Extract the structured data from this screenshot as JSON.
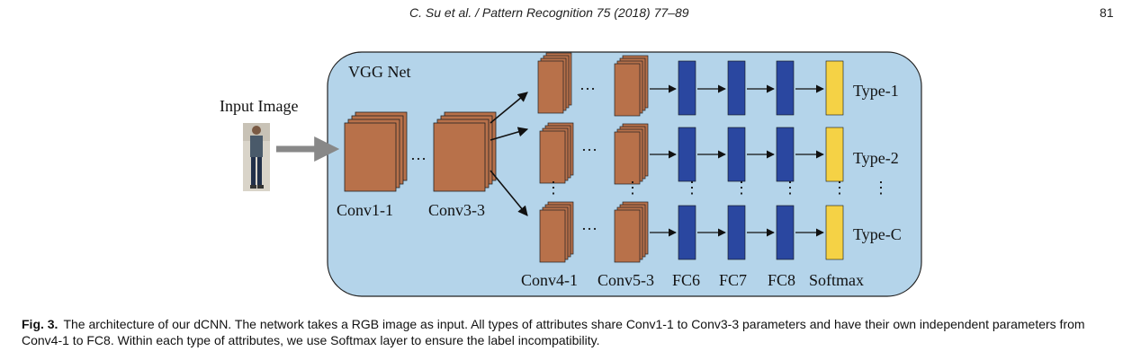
{
  "header": {
    "journal": "C. Su et al. / Pattern Recognition 75 (2018) 77–89",
    "page_number": "81"
  },
  "figure": {
    "box_title": "VGG Net",
    "input_label": "Input Image",
    "shared_layers": [
      "Conv1-1",
      "Conv3-3"
    ],
    "branch_layers": [
      "Conv4-1",
      "Conv5-3",
      "FC6",
      "FC7",
      "FC8",
      "Softmax"
    ],
    "outputs": [
      "Type-1",
      "Type-2",
      "Type-C"
    ],
    "ellipsis": "…",
    "vdots": "⋮",
    "colors": {
      "box_fill": "#b4d4ea",
      "conv_fill": "#b8714a",
      "fc_fill": "#2a47a0",
      "softmax_fill": "#f5d245",
      "arrow_gray": "#888888"
    }
  },
  "caption": {
    "label": "Fig. 3.",
    "text": "The architecture of our dCNN. The network takes a RGB image as input. All types of attributes share Conv1-1 to Conv3-3 parameters and have their own independent parameters from Conv4-1 to FC8. Within each type of attributes, we use Softmax layer to ensure the label incompatibility."
  }
}
